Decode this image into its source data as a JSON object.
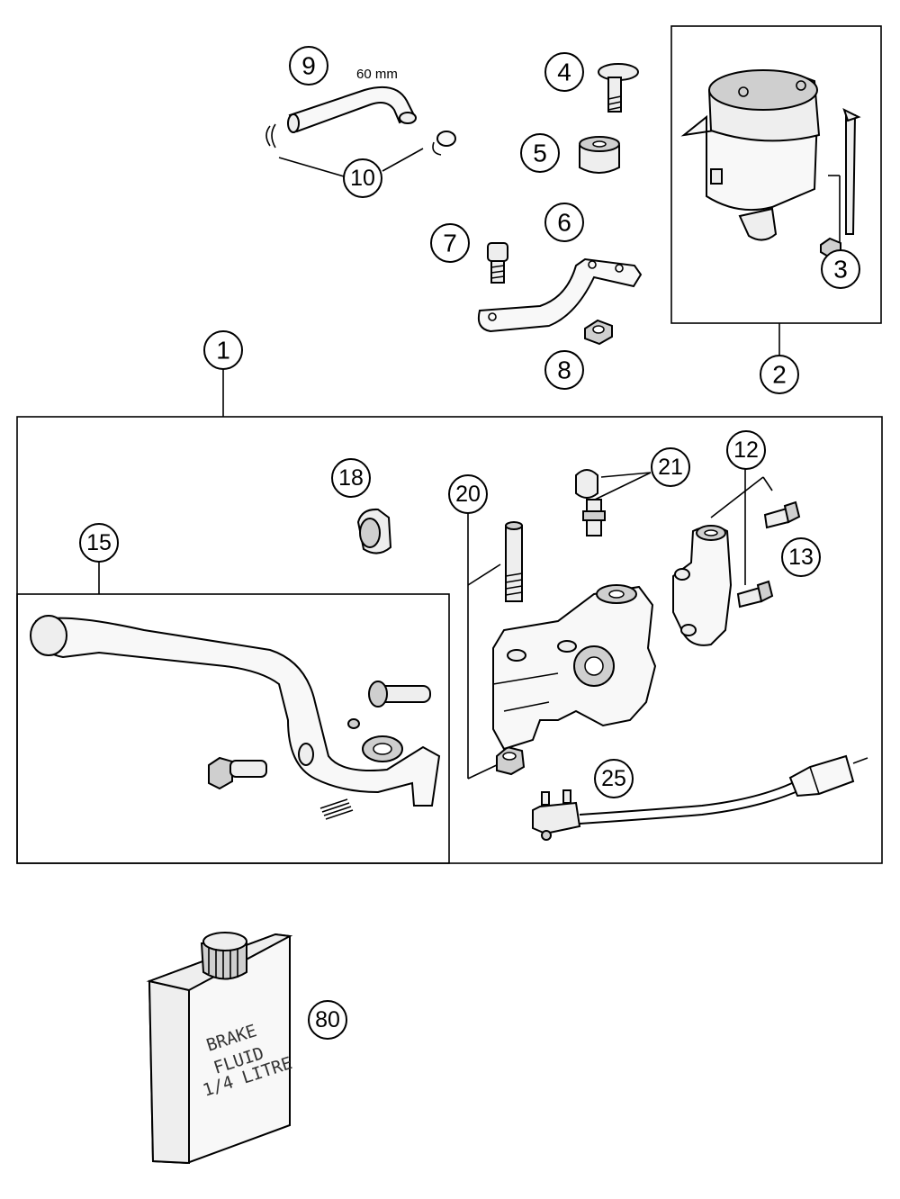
{
  "diagram": {
    "dimension_note": "60 mm",
    "callouts": [
      {
        "id": "c1",
        "label": "1"
      },
      {
        "id": "c2",
        "label": "2"
      },
      {
        "id": "c3",
        "label": "3"
      },
      {
        "id": "c4",
        "label": "4"
      },
      {
        "id": "c5",
        "label": "5"
      },
      {
        "id": "c6",
        "label": "6"
      },
      {
        "id": "c7",
        "label": "7"
      },
      {
        "id": "c8",
        "label": "8"
      },
      {
        "id": "c9",
        "label": "9"
      },
      {
        "id": "c10",
        "label": "10"
      },
      {
        "id": "c12",
        "label": "12"
      },
      {
        "id": "c13",
        "label": "13"
      },
      {
        "id": "c15",
        "label": "15"
      },
      {
        "id": "c18",
        "label": "18"
      },
      {
        "id": "c20",
        "label": "20"
      },
      {
        "id": "c21",
        "label": "21"
      },
      {
        "id": "c25",
        "label": "25"
      },
      {
        "id": "c80",
        "label": "80"
      }
    ],
    "bottle_label": {
      "line1": "BRAKE",
      "line2": "FLUID",
      "line3": "1/4 LITRE"
    }
  }
}
